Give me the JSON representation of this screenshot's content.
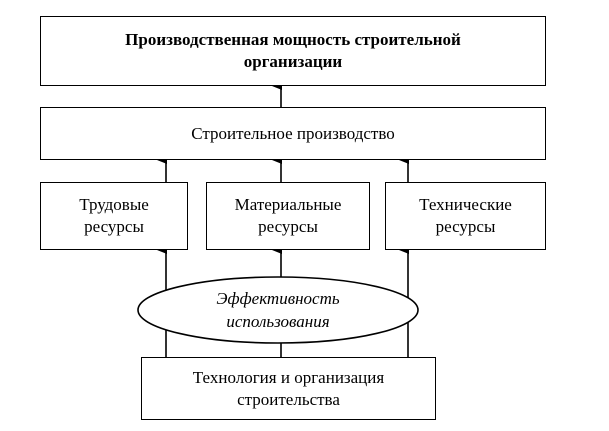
{
  "top": {
    "line1": "Производственная мощность строительной",
    "line2": "организации"
  },
  "production": {
    "label": "Строительное производство"
  },
  "resources": [
    {
      "line1": "Трудовые",
      "line2": "ресурсы"
    },
    {
      "line1": "Материальные",
      "line2": "ресурсы"
    },
    {
      "line1": "Технические",
      "line2": "ресурсы"
    }
  ],
  "efficiency": {
    "line1": "Эффективность",
    "line2": "использования"
  },
  "technology": {
    "line1": "Технология и организация",
    "line2": "строительства"
  }
}
